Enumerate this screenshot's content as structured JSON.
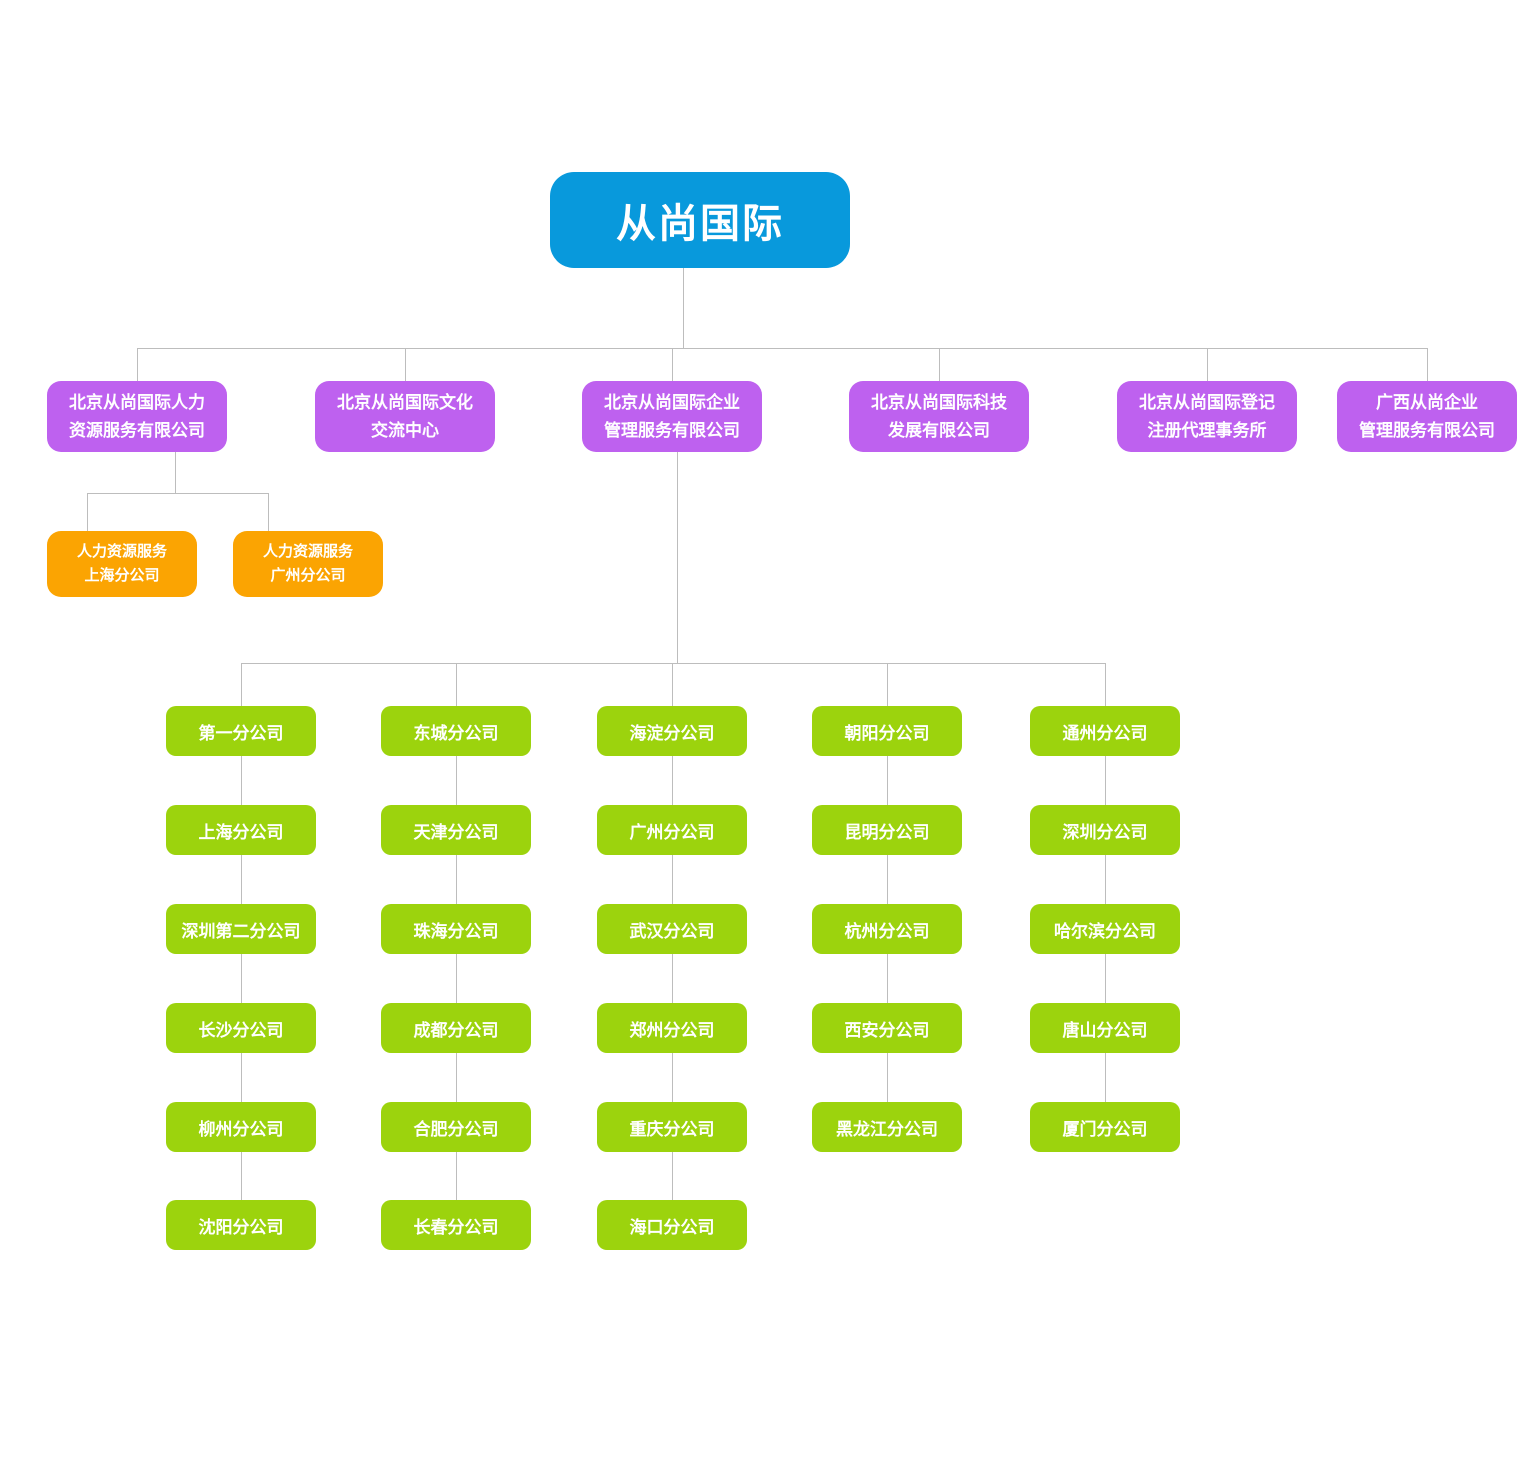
{
  "org": {
    "root": {
      "label": "从尚国际"
    },
    "subsidiaries": [
      {
        "label": "北京从尚国际人力\n资源服务有限公司"
      },
      {
        "label": "北京从尚国际文化\n交流中心"
      },
      {
        "label": "北京从尚国际企业\n管理服务有限公司"
      },
      {
        "label": "北京从尚国际科技\n发展有限公司"
      },
      {
        "label": "北京从尚国际登记\n注册代理事务所"
      },
      {
        "label": "广西从尚企业\n管理服务有限公司"
      }
    ],
    "hr_branches": [
      {
        "label": "人力资源服务\n上海分公司"
      },
      {
        "label": "人力资源服务\n广州分公司"
      }
    ],
    "branch_columns": [
      {
        "items": [
          "第一分公司",
          "上海分公司",
          "深圳第二分公司",
          "长沙分公司",
          "柳州分公司",
          "沈阳分公司"
        ]
      },
      {
        "items": [
          "东城分公司",
          "天津分公司",
          "珠海分公司",
          "成都分公司",
          "合肥分公司",
          "长春分公司"
        ]
      },
      {
        "items": [
          "海淀分公司",
          "广州分公司",
          "武汉分公司",
          "郑州分公司",
          "重庆分公司",
          "海口分公司"
        ]
      },
      {
        "items": [
          "朝阳分公司",
          "昆明分公司",
          "杭州分公司",
          "西安分公司",
          "黑龙江分公司"
        ]
      },
      {
        "items": [
          "通州分公司",
          "深圳分公司",
          "哈尔滨分公司",
          "唐山分公司",
          "厦门分公司"
        ]
      }
    ],
    "colors": {
      "root_blue": "#0899DC",
      "subsidiary_purple": "#BE61EF",
      "hr_orange": "#FBA402",
      "branch_green": "#9CD30D",
      "connector_gray": "#BDBDBD",
      "text_white": "#FFFFFF"
    }
  }
}
